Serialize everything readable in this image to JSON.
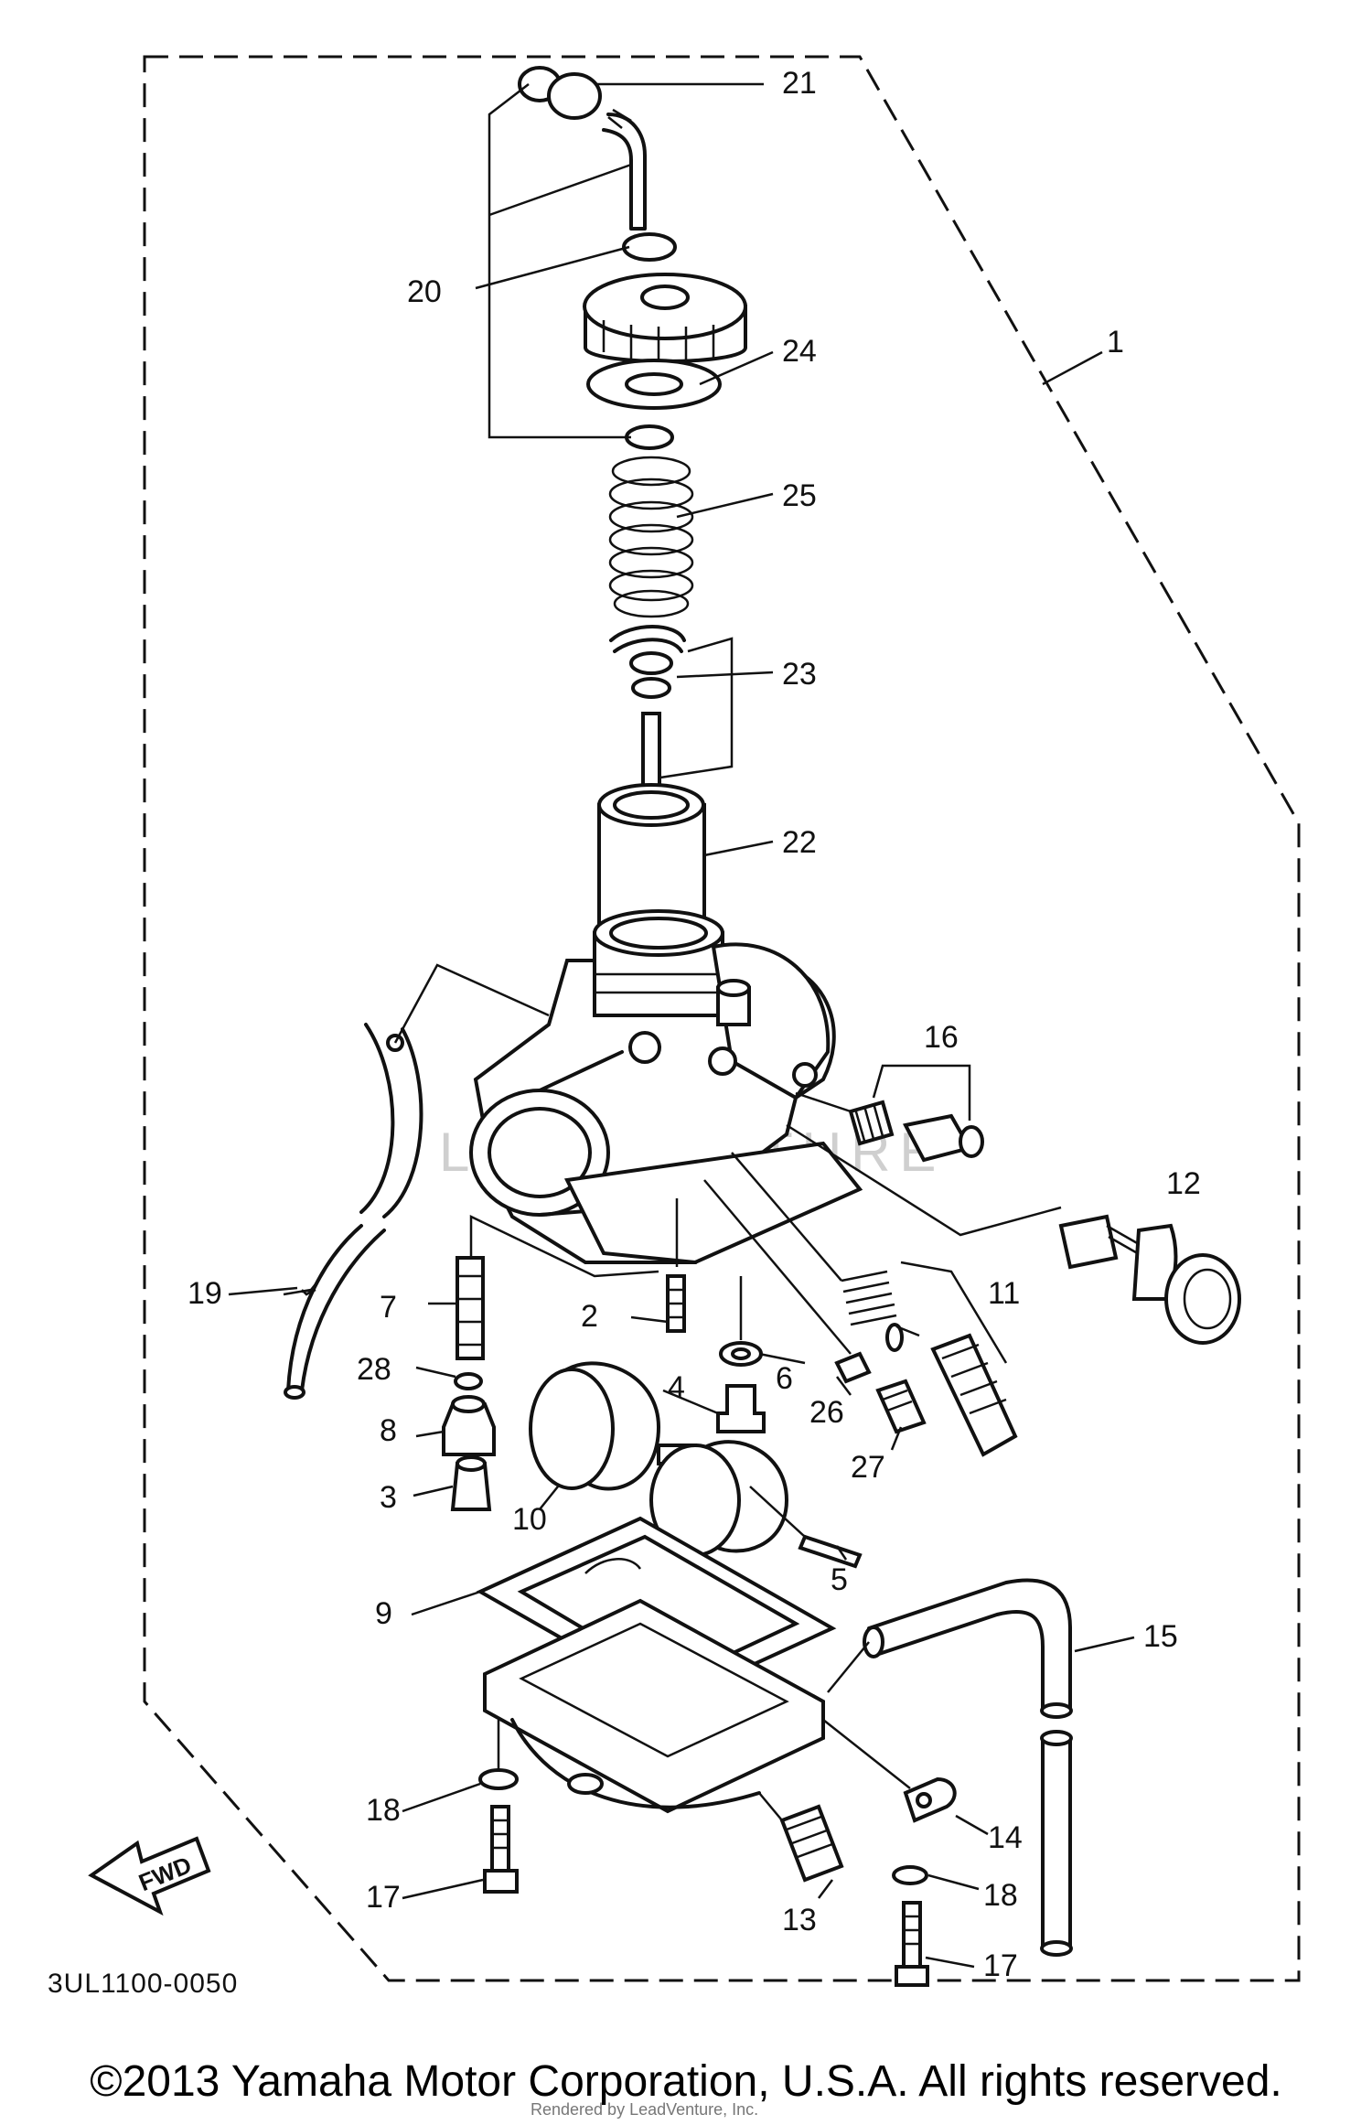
{
  "diagram": {
    "parts": [
      {
        "id": "label-1",
        "text": "1"
      },
      {
        "id": "label-2",
        "text": "2"
      },
      {
        "id": "label-3",
        "text": "3"
      },
      {
        "id": "label-4",
        "text": "4"
      },
      {
        "id": "label-5",
        "text": "5"
      },
      {
        "id": "label-6",
        "text": "6"
      },
      {
        "id": "label-7",
        "text": "7"
      },
      {
        "id": "label-8",
        "text": "8"
      },
      {
        "id": "label-9",
        "text": "9"
      },
      {
        "id": "label-10",
        "text": "10"
      },
      {
        "id": "label-11",
        "text": "11"
      },
      {
        "id": "label-12",
        "text": "12"
      },
      {
        "id": "label-13",
        "text": "13"
      },
      {
        "id": "label-14",
        "text": "14"
      },
      {
        "id": "label-15",
        "text": "15"
      },
      {
        "id": "label-16",
        "text": "16"
      },
      {
        "id": "label-17a",
        "text": "17"
      },
      {
        "id": "label-17b",
        "text": "17"
      },
      {
        "id": "label-18a",
        "text": "18"
      },
      {
        "id": "label-18b",
        "text": "18"
      },
      {
        "id": "label-19",
        "text": "19"
      },
      {
        "id": "label-20",
        "text": "20"
      },
      {
        "id": "label-21",
        "text": "21"
      },
      {
        "id": "label-22",
        "text": "22"
      },
      {
        "id": "label-23",
        "text": "23"
      },
      {
        "id": "label-24",
        "text": "24"
      },
      {
        "id": "label-25",
        "text": "25"
      },
      {
        "id": "label-26",
        "text": "26"
      },
      {
        "id": "label-27",
        "text": "27"
      },
      {
        "id": "label-28",
        "text": "28"
      }
    ],
    "fwd_label": "FWD",
    "diagram_code": "3UL1100-0050",
    "watermark": "LEADVENTURE"
  },
  "footer": {
    "copyright": "©2013 Yamaha Motor Corporation, U.S.A. All rights reserved.",
    "rendered_by": "Rendered by LeadVenture, Inc."
  }
}
